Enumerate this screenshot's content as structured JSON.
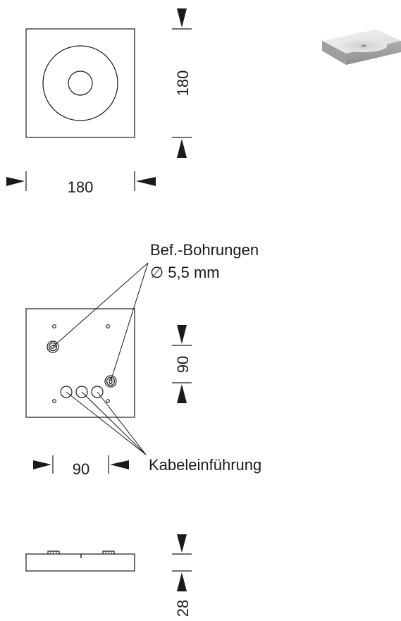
{
  "dimensions": {
    "top_width": "180",
    "top_height": "180",
    "mount_width": "90",
    "mount_height": "90",
    "side_height": "28"
  },
  "labels": {
    "bohrungen_title": "Bef.-Bohrungen",
    "bohrungen_diameter": "∅ 5,5 mm",
    "kabel": "Kabeleinführung"
  },
  "colors": {
    "line": "#1a1a1a",
    "arrow": "#1a1a1a"
  }
}
